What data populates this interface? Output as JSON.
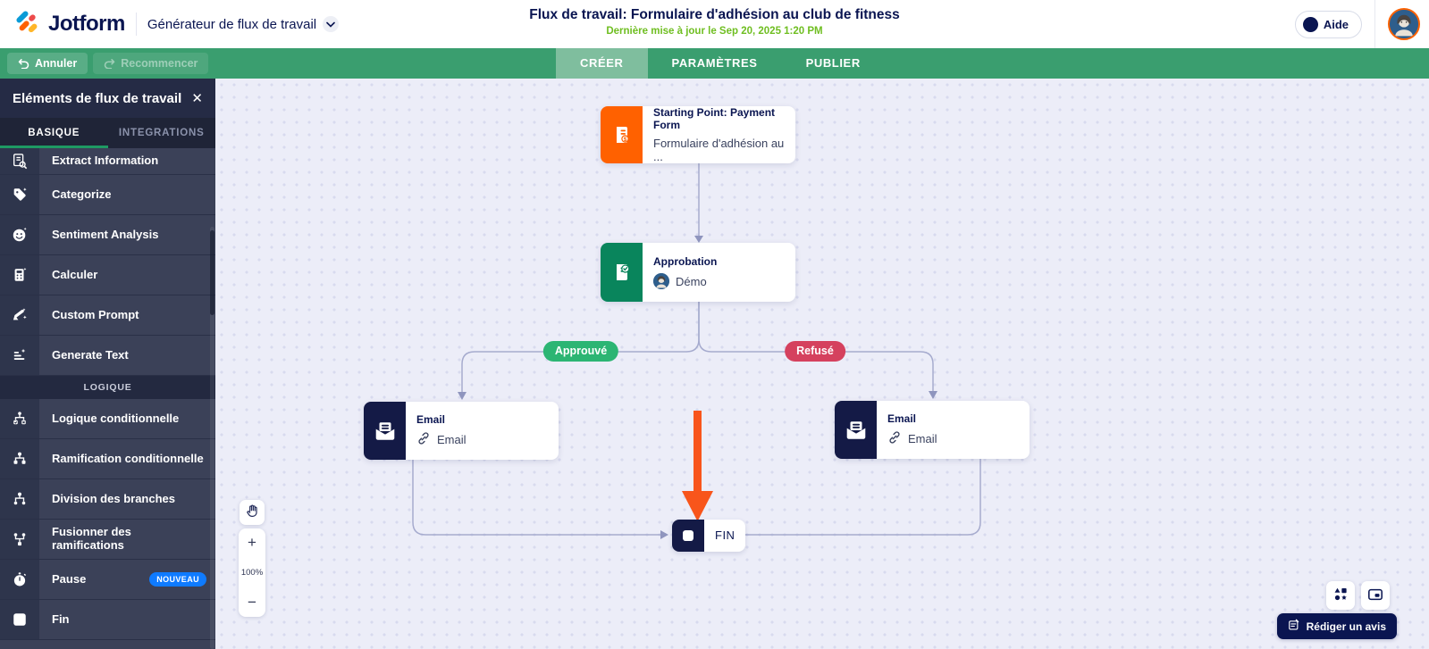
{
  "header": {
    "brand": "Jotform",
    "product_menu": "Générateur de flux de travail",
    "title": "Flux de travail: Formulaire d'adhésion au club de fitness",
    "last_updated": "Dernière mise à jour le Sep 20, 2025 1:20 PM",
    "help": "Aide"
  },
  "toolbar": {
    "undo": "Annuler",
    "redo": "Recommencer",
    "tabs": {
      "create": "CRÉER",
      "settings": "PARAMÈTRES",
      "publish": "PUBLIER"
    }
  },
  "sidebar": {
    "title": "Eléments de flux de travail",
    "tab_basic": "BASIQUE",
    "tab_integrations": "INTEGRATIONS",
    "ai_items": [
      "Extract Information",
      "Categorize",
      "Sentiment Analysis",
      "Calculer",
      "Custom Prompt",
      "Generate Text"
    ],
    "logic_section": "LOGIQUE",
    "logic_items": [
      "Logique conditionnelle",
      "Ramification conditionnelle",
      "Division des branches",
      "Fusionner des ramifications",
      "Pause",
      "Fin"
    ],
    "new_badge": "NOUVEAU"
  },
  "canvas": {
    "start_node": {
      "title": "Starting Point: Payment Form",
      "subtitle": "Formulaire d'adhésion au ...",
      "accent": "#FF6100"
    },
    "approval_node": {
      "title": "Approbation",
      "assignee": "Démo",
      "accent": "#09855C"
    },
    "branch_approved": "Approuvé",
    "branch_rejected": "Refusé",
    "email_node_left": {
      "title": "Email",
      "link": "Email"
    },
    "email_node_right": {
      "title": "Email",
      "link": "Email"
    },
    "end_node": "FIN",
    "zoom_level": "100%",
    "colors": {
      "approved": "#2CB573",
      "rejected": "#D5415E",
      "connector": "#A6ABCE",
      "attention_arrow": "#F8551B"
    }
  },
  "footer": {
    "review": "Rédiger un avis"
  }
}
